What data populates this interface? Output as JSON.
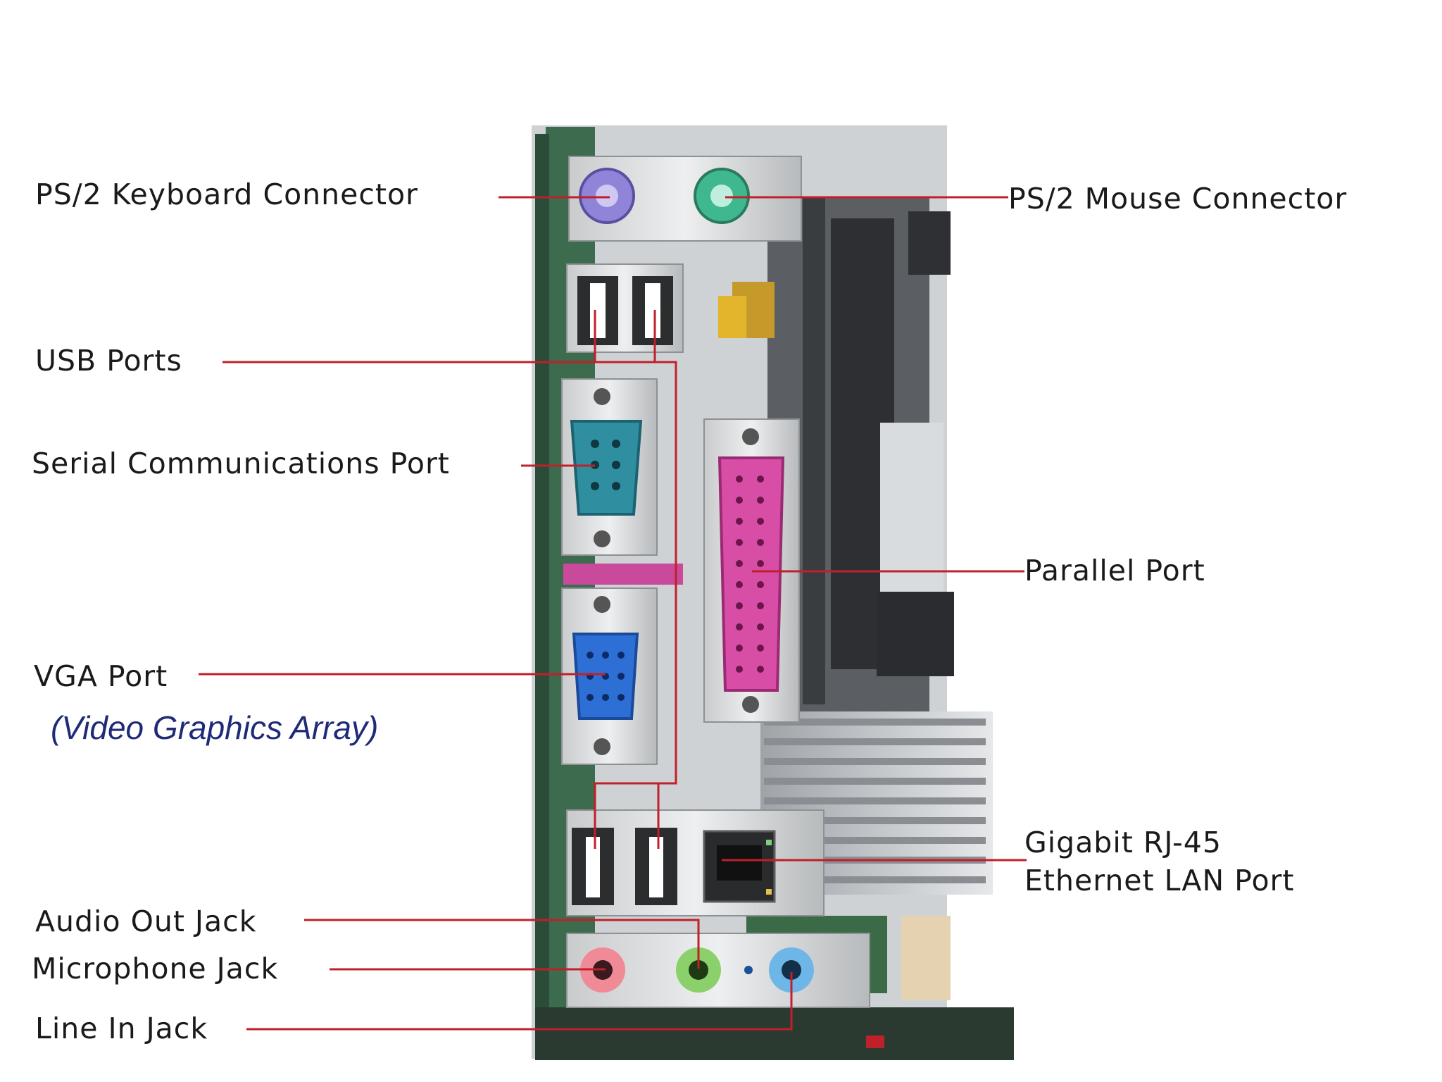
{
  "labels": {
    "ps2_keyboard": "PS/2 Keyboard Connector",
    "ps2_mouse": "PS/2 Mouse Connector",
    "usb_ports": "USB Ports",
    "serial_port": "Serial Communications Port",
    "parallel_port": "Parallel Port",
    "vga_port": "VGA Port",
    "vga_subtitle": "(Video Graphics Array)",
    "ethernet_line1": "Gigabit RJ-45",
    "ethernet_line2": "Ethernet LAN Port",
    "audio_out": "Audio Out Jack",
    "microphone": "Microphone Jack",
    "line_in": "Line In Jack"
  },
  "colors": {
    "leader_line": "#c0202a",
    "label_text": "#1a1a1a",
    "subtitle_text": "#1f2a78",
    "ps2_keyboard_port": "#8f84d8",
    "ps2_mouse_port": "#3fb88f",
    "serial_port": "#2f8fa0",
    "parallel_port": "#d84ea6",
    "vga_port": "#2e6fd6",
    "audio_out_jack": "#8bd06a",
    "microphone_jack": "#f08a96",
    "line_in_jack": "#6fb6e8"
  }
}
